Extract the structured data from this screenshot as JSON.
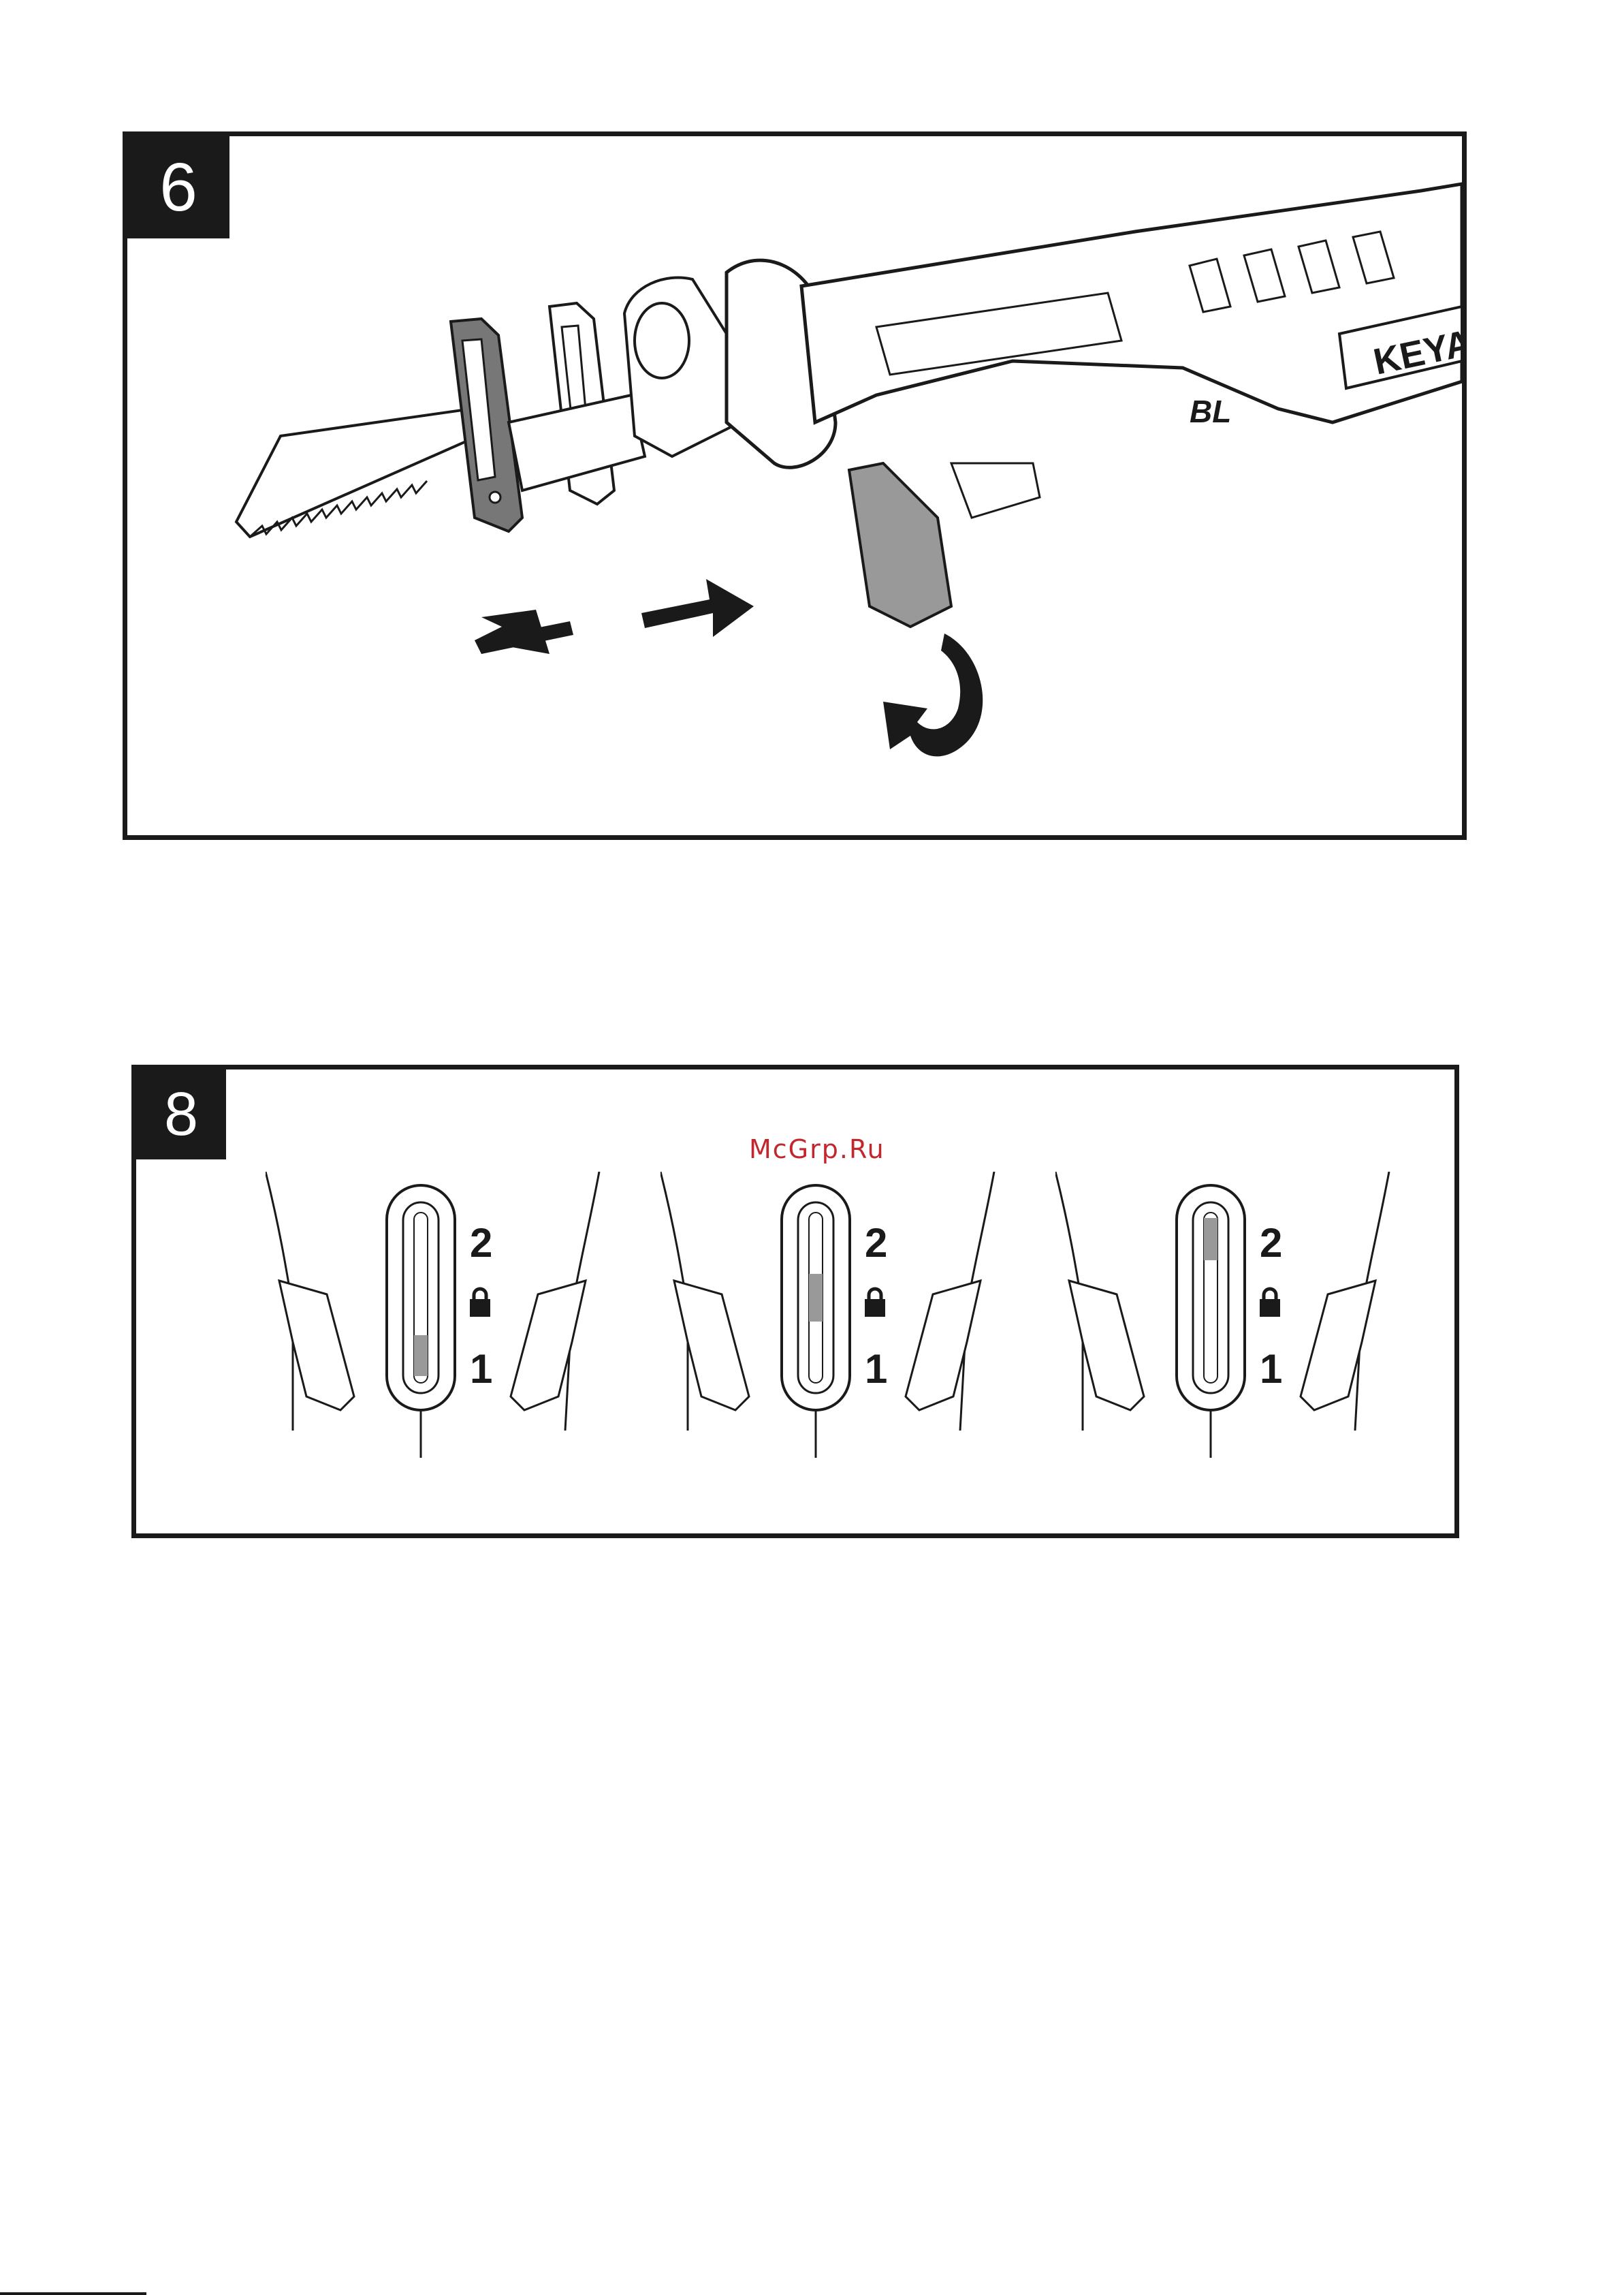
{
  "figures": [
    {
      "id": "fig6",
      "number": "6"
    },
    {
      "id": "fig8",
      "number": "8"
    }
  ],
  "tool_label": "KEYA",
  "motor_badge": "BL",
  "watermark": "McGrp.Ru",
  "switch_scale": {
    "top": "2",
    "bottom": "1"
  },
  "switch_positions": [
    {
      "level": 0.25
    },
    {
      "level": 0.5
    },
    {
      "level": 1.0
    }
  ]
}
